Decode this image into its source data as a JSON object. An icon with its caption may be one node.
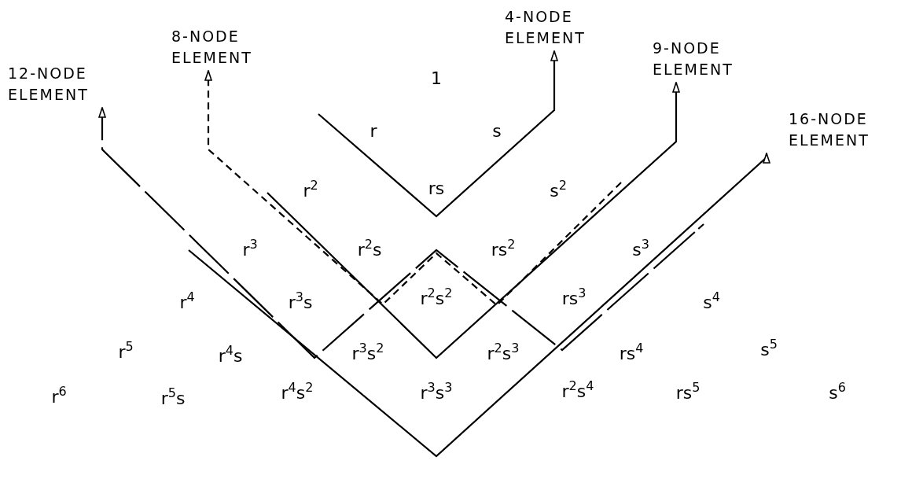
{
  "diagram": {
    "nodes": [
      {
        "text": [
          "12-NODE ELEMENT"
        ]
      },
      {
        "text": [
          "8-NODE ELEMENT"
        ]
      },
      {
        "text": [
          "4-NODE ELEMENT"
        ]
      },
      {
        "text": [
          "9-NODE ELEMENT"
        ]
      },
      {
        "text": [
          "16-NODE ELEMENT"
        ]
      }
    ],
    "edges": [
      {
        "from": null,
        "to": 0,
        "arrow": "to",
        "style": "dashed"
      },
      {
        "from": null,
        "to": 1,
        "arrow": "to",
        "style": "dashed"
      },
      {
        "from": null,
        "to": 2,
        "arrow": "to"
      },
      {
        "from": null,
        "to": 3,
        "arrow": "to"
      },
      {
        "from": null,
        "to": 4,
        "arrow": "to"
      }
    ],
    "labels": [
      "1",
      "r",
      "s",
      "r$^{2}$",
      "rs",
      "s$^{2}$",
      "r$^{3}$",
      "r$^{2}$s",
      "rs$^{2}$",
      "s$^{3}$",
      "r$^{4}$",
      "r$^{3}$s",
      "r$^{2}$s$^{2}$",
      "rs$^{3}$",
      "s$^{4}$",
      "r$^{5}$",
      "r$^{4}$s",
      "r$^{3}$s$^{2}$",
      "r$^{2}$s$^{3}$",
      "rs$^{4}$",
      "s$^{5}$",
      "r$^{6}$",
      "r$^{5}$s",
      "r$^{4}$s$^{2}$",
      "r$^{3}$s$^{3}$",
      "r$^{2}$s$^{4}$",
      "rs$^{5}$",
      "s$^{6}$"
    ]
  }
}
